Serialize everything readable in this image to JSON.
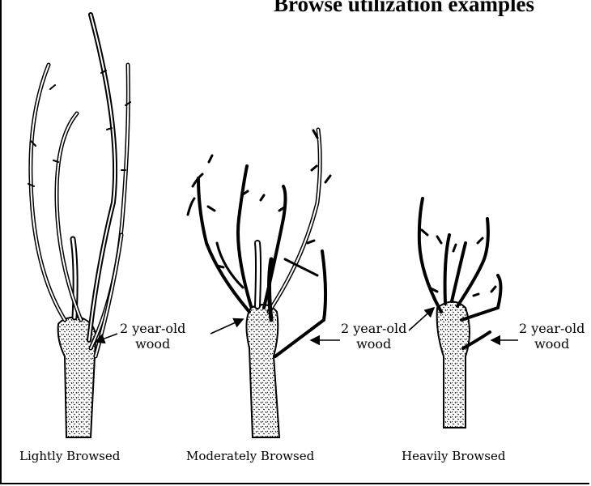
{
  "title": "Browse utilization examples",
  "plants": [
    {
      "caption": "Lightly Browsed",
      "annotation": [
        "2 year-old",
        "wood"
      ]
    },
    {
      "caption": "Moderately Browsed",
      "annotation": [
        "2 year-old",
        "wood"
      ]
    },
    {
      "caption": "Heavily Browsed",
      "annotations": [
        [
          "2 year-old",
          "wood"
        ],
        [
          "2 year-old",
          "wood"
        ]
      ]
    }
  ]
}
